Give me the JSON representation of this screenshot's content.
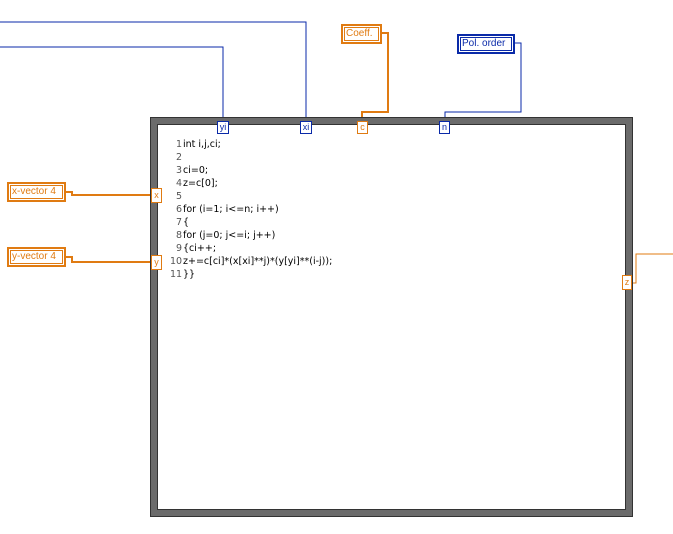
{
  "controls": {
    "coeff": "Coeff.",
    "pol_order": "Pol. order",
    "x_vector": "x-vector 4",
    "y_vector": "y-vector 4"
  },
  "terminals": {
    "yi": "yi",
    "xi": "xi",
    "c": "c",
    "n": "n",
    "x": "x",
    "y": "y",
    "z": "z"
  },
  "code_lines": [
    {
      "num": "1",
      "text": "int i,j,ci;"
    },
    {
      "num": "2",
      "text": ""
    },
    {
      "num": "3",
      "text": "ci=0;"
    },
    {
      "num": "4",
      "text": "z=c[0];"
    },
    {
      "num": "5",
      "text": ""
    },
    {
      "num": "6",
      "text": "for (i=1; i<=n; i++)"
    },
    {
      "num": "7",
      "text": "{"
    },
    {
      "num": "8",
      "text": "for (j=0; j<=i; j++)"
    },
    {
      "num": "9",
      "text": "{ci++;"
    },
    {
      "num": "10",
      "text": "z+=c[ci]*(x[xi]**j)*(y[yi]**(i-j));"
    },
    {
      "num": "11",
      "text": "}}"
    }
  ],
  "colors": {
    "double_wire": "#e07b12",
    "integer_wire": "#0a2aa8",
    "structure_frame": "#6b6b6b"
  }
}
